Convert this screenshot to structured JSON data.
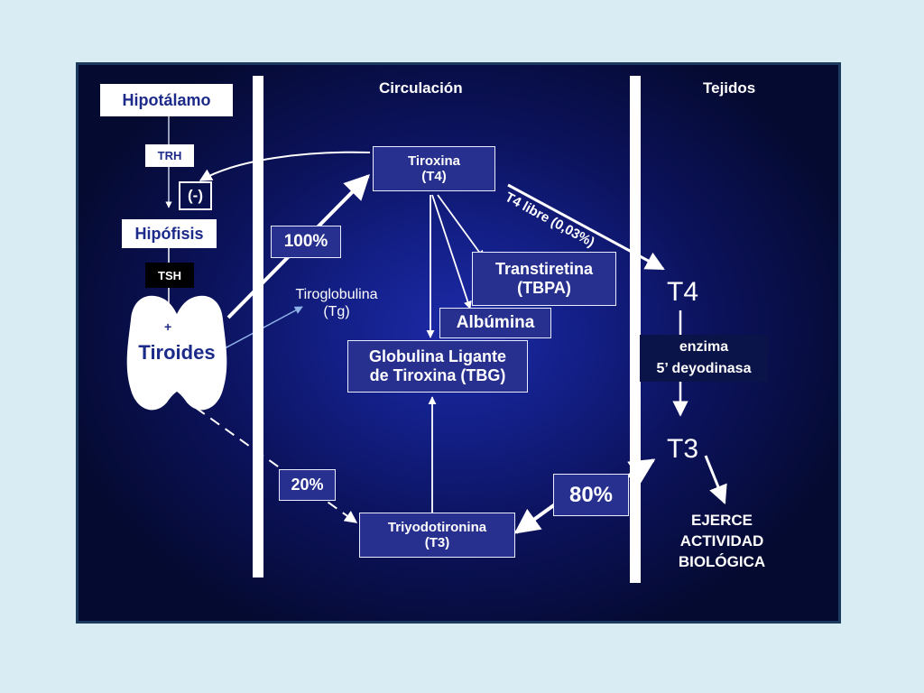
{
  "columns": {
    "circulacion": "Circulación",
    "tejidos": "Tejidos"
  },
  "left": {
    "hipotalamo": "Hipotálamo",
    "trh": "TRH",
    "feedback": "(-)",
    "hipofisis": "Hipófisis",
    "tsh": "TSH",
    "plus": "+",
    "tiroides": "Tiroides"
  },
  "circulation": {
    "t4_line1": "Tiroxina",
    "t4_line2": "(T4)",
    "pct_100": "100%",
    "tg_line1": "Tiroglobulina",
    "tg_line2": "(Tg)",
    "transtiretina_line1": "Transtiretina",
    "transtiretina_line2": "(TBPA)",
    "albumina": "Albúmina",
    "tbg_line1": "Globulina Ligante",
    "tbg_line2": "de Tiroxina (TBG)",
    "pct_20": "20%",
    "t3_line1": "Triyodotironina",
    "t3_line2": "(T3)",
    "pct_80": "80%",
    "t4_libre": "T4 libre (0,03%)"
  },
  "tissues": {
    "t4": "T4",
    "enzima_line1": "enzima",
    "enzima_line2": "5’ deyodinasa",
    "t3": "T3",
    "ejerce_line1": "EJERCE",
    "ejerce_line2": "ACTIVIDAD",
    "ejerce_line3": "BIOLÓGICA"
  },
  "colors": {
    "background": "#d9ebf3",
    "slide_dark": "#050a30",
    "slide_center": "#1c2aa8",
    "box_fill": "#27308f",
    "white": "#ffffff",
    "label_blue": "#1c2a8a"
  }
}
